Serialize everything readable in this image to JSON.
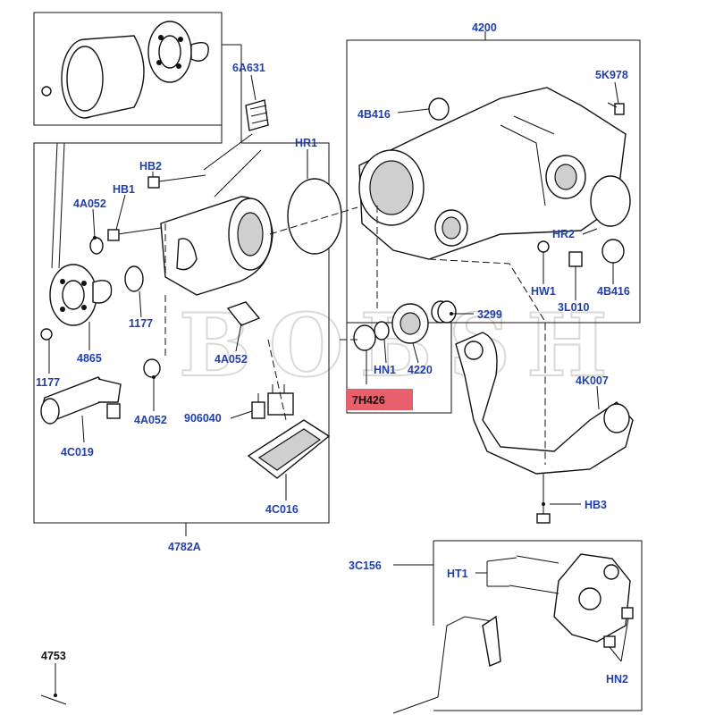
{
  "watermark": "BOBSH",
  "highlight": {
    "label": "7H426",
    "color": "#e8606c"
  },
  "label_color": "#1f3fae",
  "labels": {
    "p4200": "4200",
    "p5k978": "5K978",
    "p4b416a": "4B416",
    "p4b416b": "4B416",
    "p6a631": "6A631",
    "phr1": "HR1",
    "phb2": "HB2",
    "phb1": "HB1",
    "p4a052a": "4A052",
    "p4a052b": "4A052",
    "p4a052c": "4A052",
    "p1177a": "1177",
    "p1177b": "1177",
    "p4865": "4865",
    "phr2": "HR2",
    "phw1": "HW1",
    "p3l010": "3L010",
    "p3299": "3299",
    "phn1": "HN1",
    "p4220": "4220",
    "p4k007": "4K007",
    "p906040": "906040",
    "p4c019": "4C019",
    "p4c016": "4C016",
    "phb3": "HB3",
    "p4782a": "4782A",
    "p3c156": "3C156",
    "pht1": "HT1",
    "phn2": "HN2",
    "p4753": "4753"
  }
}
